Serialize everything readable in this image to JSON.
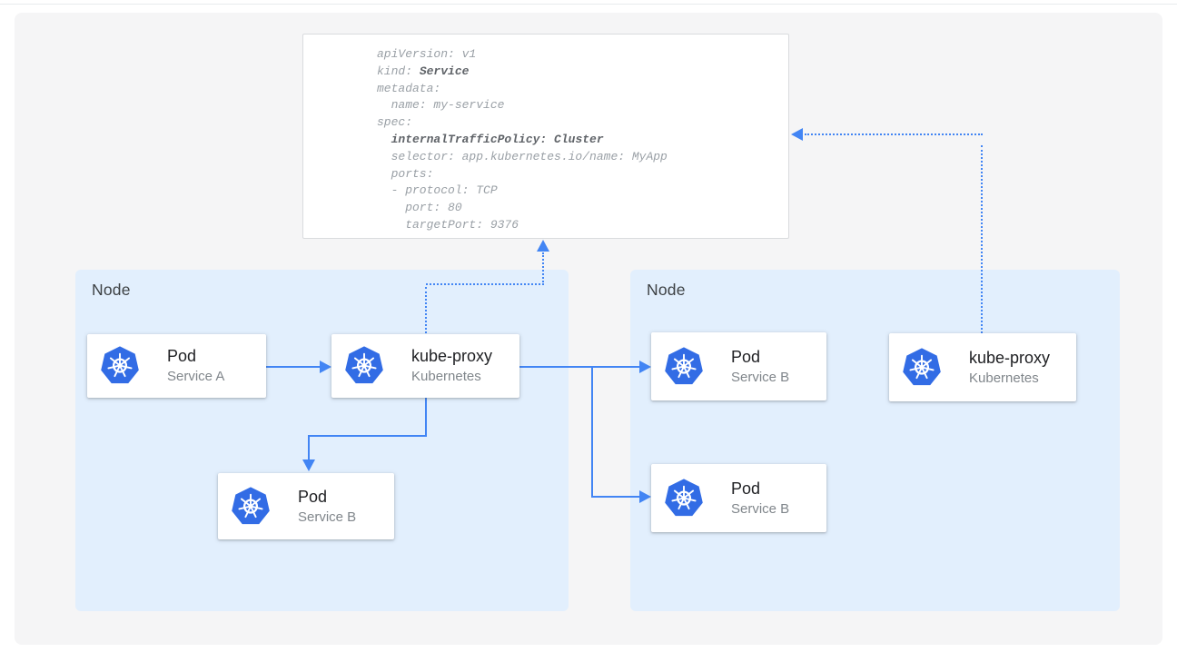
{
  "colors": {
    "accent_blue": "#4285F4",
    "kubernetes_blue": "#326CE5",
    "node_background": "#E2EFFD",
    "panel_background": "#F5F5F6",
    "code_normal": "#9AA0A6",
    "code_bold": "#5F6368"
  },
  "code_panel": {
    "lines": [
      {
        "a": "apiVersion: v1",
        "b": "",
        "c": ""
      },
      {
        "a": "kind: ",
        "b": "Service",
        "c": ""
      },
      {
        "a": "metadata:",
        "b": "",
        "c": ""
      },
      {
        "a": "  name: my-service",
        "b": "",
        "c": ""
      },
      {
        "a": "spec:",
        "b": "",
        "c": ""
      },
      {
        "a": "  ",
        "b": "internalTrafficPolicy: Cluster",
        "c": ""
      },
      {
        "a": "  selector: app.kubernetes.io/name: MyApp",
        "b": "",
        "c": ""
      },
      {
        "a": "  ports:",
        "b": "",
        "c": ""
      },
      {
        "a": "  - protocol: TCP",
        "b": "",
        "c": ""
      },
      {
        "a": "    port: 80",
        "b": "",
        "c": ""
      },
      {
        "a": "    targetPort: 9376",
        "b": "",
        "c": ""
      }
    ]
  },
  "nodes": {
    "left": {
      "label": "Node"
    },
    "right": {
      "label": "Node"
    }
  },
  "cards": {
    "pod_a": {
      "title": "Pod",
      "subtitle": "Service A",
      "icon": "kubernetes-icon"
    },
    "kube_proxy_left": {
      "title": "kube-proxy",
      "subtitle": "Kubernetes",
      "icon": "kubernetes-icon"
    },
    "pod_b_left": {
      "title": "Pod",
      "subtitle": "Service B",
      "icon": "kubernetes-icon"
    },
    "pod_b_right_top": {
      "title": "Pod",
      "subtitle": "Service B",
      "icon": "kubernetes-icon"
    },
    "pod_b_right_bottom": {
      "title": "Pod",
      "subtitle": "Service B",
      "icon": "kubernetes-icon"
    },
    "kube_proxy_right": {
      "title": "kube-proxy",
      "subtitle": "Kubernetes",
      "icon": "kubernetes-icon"
    }
  }
}
